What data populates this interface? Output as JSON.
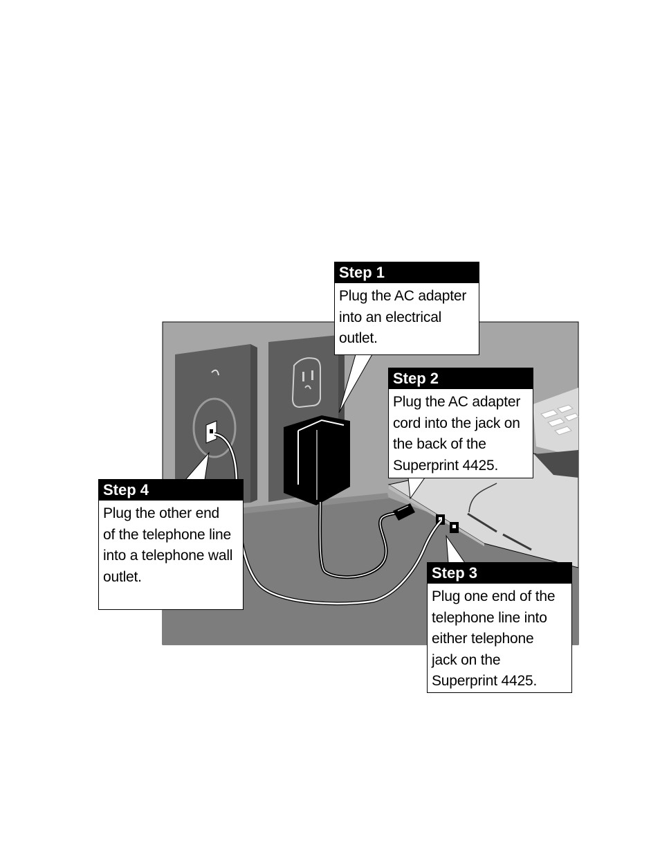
{
  "steps": [
    {
      "title": "Step 1",
      "text": "Plug the AC adapter\ninto an electrical\noutlet."
    },
    {
      "title": "Step 2",
      "text": "Plug the AC adapter\ncord into the jack on\nthe back of the\nSuperprint 4425."
    },
    {
      "title": "Step 3",
      "text": "Plug one end of the\ntelephone line into\neither telephone\njack on the\nSuperprint 4425."
    },
    {
      "title": "Step 4",
      "text": "Plug the other end\nof the telephone line\ninto a telephone wall\noutlet."
    }
  ],
  "colors": {
    "wall": "#a6a6a6",
    "floor": "#7d7d7d",
    "plate": "#5e5e5e",
    "printer": "#d9d9d9",
    "adapter": "#000000"
  },
  "icons": [
    "telephone-wall-jack-icon",
    "electrical-outlet-icon",
    "ac-adapter-icon",
    "printer-icon"
  ]
}
